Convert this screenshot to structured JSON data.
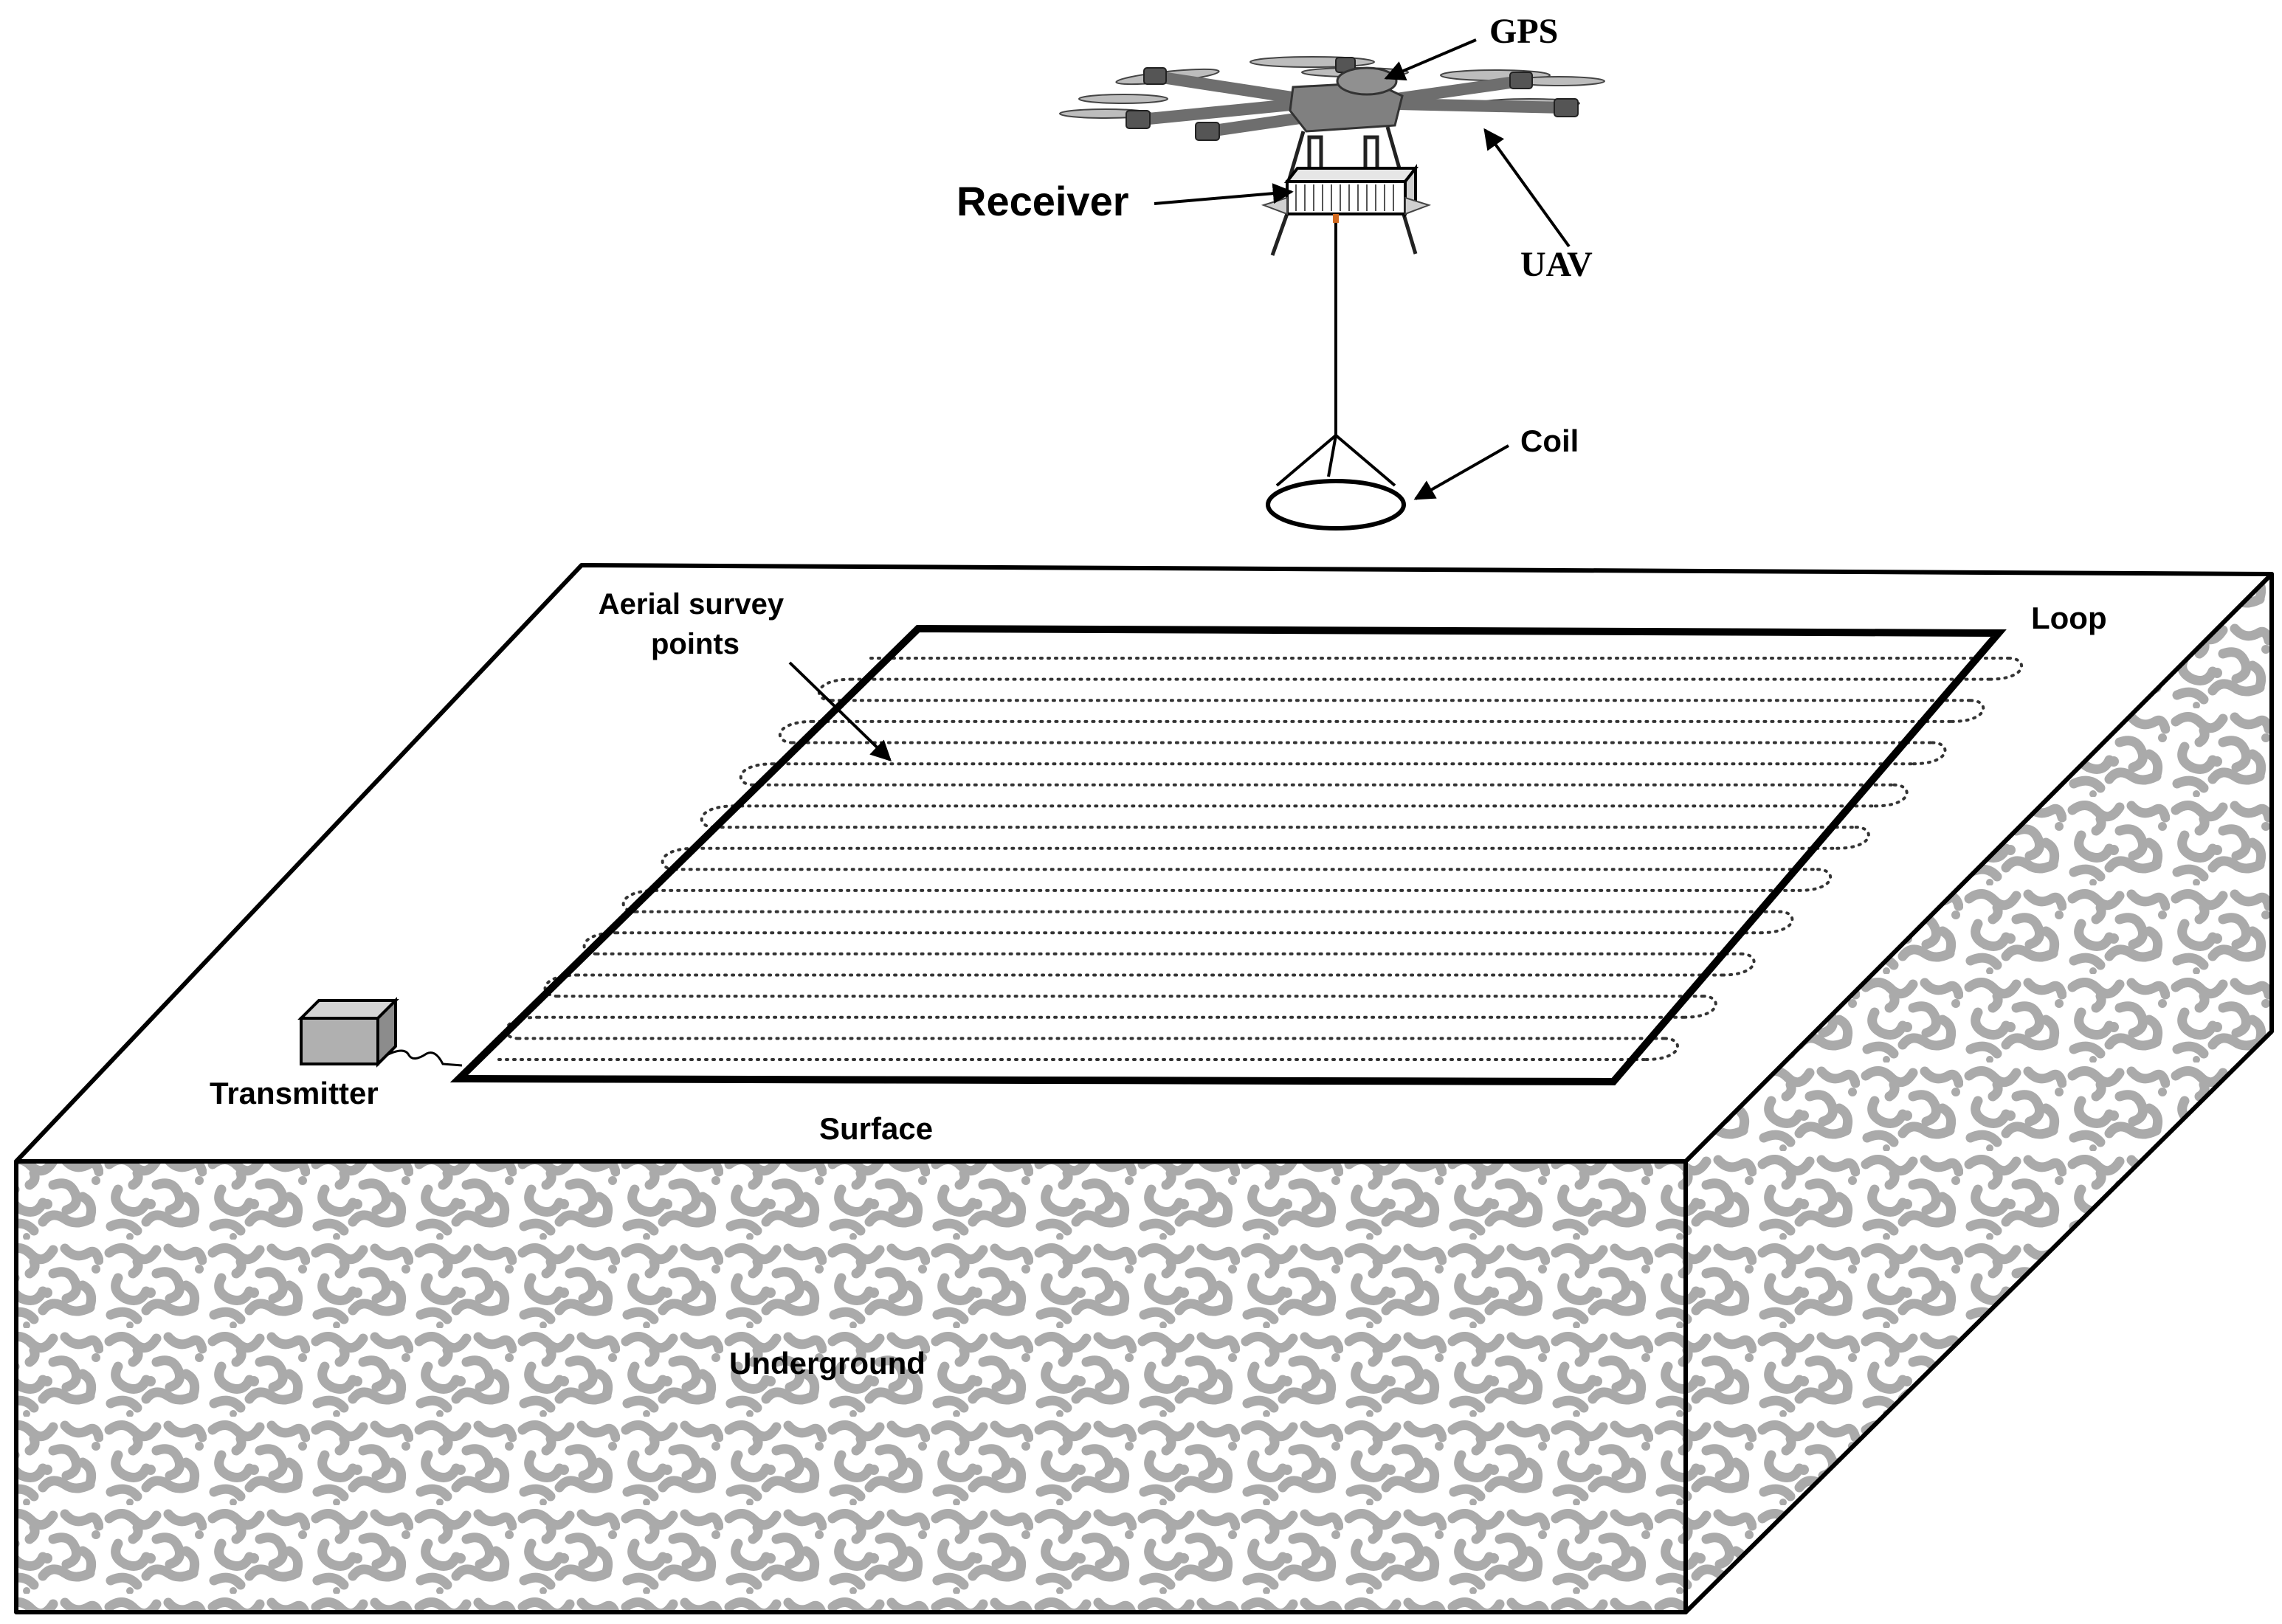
{
  "labels": {
    "gps": "GPS",
    "receiver": "Receiver",
    "uav": "UAV",
    "coil": "Coil",
    "aerial_survey_line1": "Aerial survey",
    "aerial_survey_line2": "points",
    "loop": "Loop",
    "transmitter": "Transmitter",
    "surface": "Surface",
    "underground": "Underground"
  },
  "colors": {
    "outline": "#000000",
    "texture": "#aaaaaa",
    "drone_body": "#808080",
    "transmitter_box": "#b0b0b0"
  }
}
